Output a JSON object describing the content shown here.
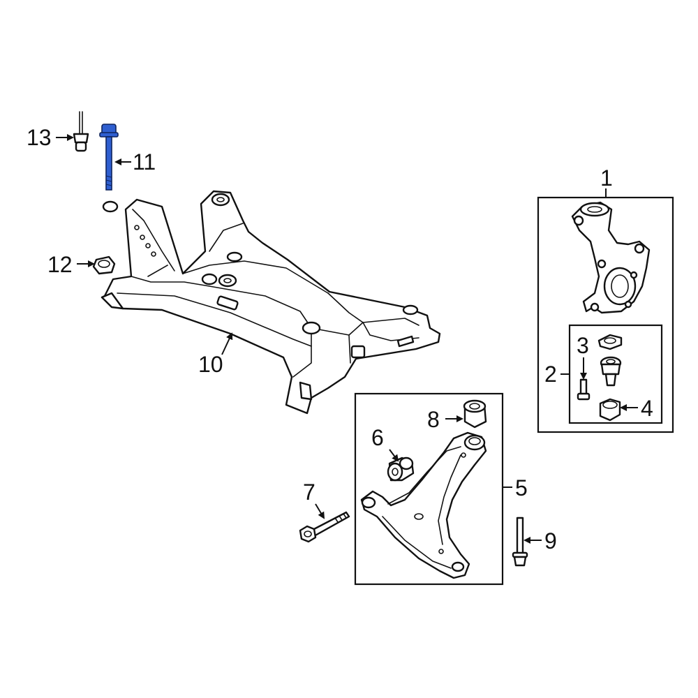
{
  "diagram": {
    "highlight_color": "#2f5fd0",
    "callouts": {
      "c1": "1",
      "c2": "2",
      "c3": "3",
      "c4": "4",
      "c5": "5",
      "c6": "6",
      "c7": "7",
      "c8": "8",
      "c9": "9",
      "c10": "10",
      "c11": "11",
      "c12": "12",
      "c13": "13"
    },
    "highlighted_part": "11"
  }
}
